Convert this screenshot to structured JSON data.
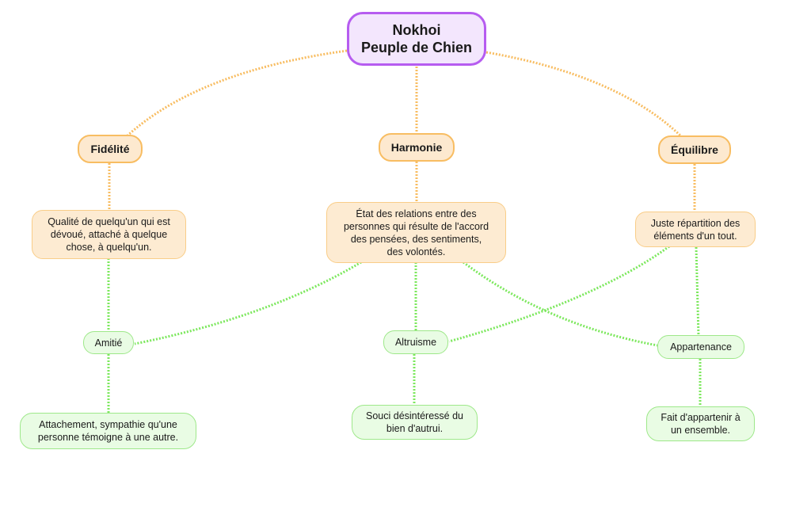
{
  "diagram": {
    "type": "mind-map",
    "colors": {
      "root_border": "#b65cf0",
      "root_fill": "#f3e6fd",
      "category_border": "#f8bd62",
      "category_fill": "#fde9cf",
      "orange_link": "#f8bd62",
      "green_link": "#7de85e",
      "green_fill": "#e9fce4",
      "green_border": "#9ee88a"
    },
    "root": {
      "title": "Nokhoi\nPeuple de Chien"
    },
    "categories": [
      {
        "label": "Fidélité",
        "definition": "Qualité de quelqu'un qui est\ndévoué, attaché à quelque\nchose, à quelqu'un."
      },
      {
        "label": "Harmonie",
        "definition": "État des relations entre des\npersonnes qui résulte de l'accord\ndes pensées, des sentiments,\ndes volontés."
      },
      {
        "label": "Équilibre",
        "definition": "Juste répartition des\néléments d'un tout."
      }
    ],
    "concepts": [
      {
        "label": "Amitié",
        "definition": "Attachement, sympathie qu'une\npersonne témoigne à une autre."
      },
      {
        "label": "Altruisme",
        "definition": "Souci désintéressé du\nbien d'autrui."
      },
      {
        "label": "Appartenance",
        "definition": "Fait d'appartenir à\nun ensemble."
      }
    ],
    "links": [
      {
        "from": "Nokhoi Peuple de Chien",
        "to": "Fidélité",
        "style": "orange-dotted"
      },
      {
        "from": "Nokhoi Peuple de Chien",
        "to": "Harmonie",
        "style": "orange-dotted"
      },
      {
        "from": "Nokhoi Peuple de Chien",
        "to": "Équilibre",
        "style": "orange-dotted"
      },
      {
        "from": "Fidélité",
        "to": "Fidélité definition",
        "style": "orange-dotted"
      },
      {
        "from": "Harmonie",
        "to": "Harmonie definition",
        "style": "orange-dotted"
      },
      {
        "from": "Équilibre",
        "to": "Équilibre definition",
        "style": "orange-dotted"
      },
      {
        "from": "Fidélité definition",
        "to": "Amitié",
        "style": "green-dotted"
      },
      {
        "from": "Harmonie definition",
        "to": "Amitié",
        "style": "green-dotted"
      },
      {
        "from": "Harmonie definition",
        "to": "Altruisme",
        "style": "green-dotted"
      },
      {
        "from": "Harmonie definition",
        "to": "Appartenance",
        "style": "green-dotted"
      },
      {
        "from": "Équilibre definition",
        "to": "Altruisme",
        "style": "green-dotted"
      },
      {
        "from": "Équilibre definition",
        "to": "Appartenance",
        "style": "green-dotted"
      },
      {
        "from": "Amitié",
        "to": "Amitié definition",
        "style": "green-dotted"
      },
      {
        "from": "Altruisme",
        "to": "Altruisme definition",
        "style": "green-dotted"
      },
      {
        "from": "Appartenance",
        "to": "Appartenance definition",
        "style": "green-dotted"
      }
    ]
  }
}
